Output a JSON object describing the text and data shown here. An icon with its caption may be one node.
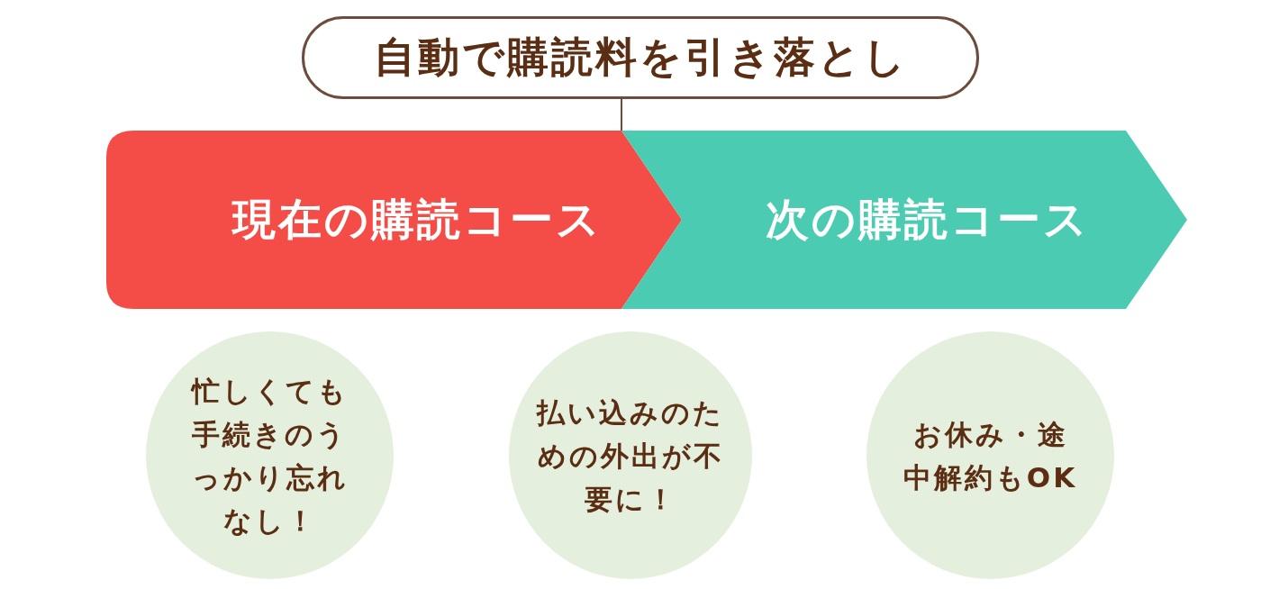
{
  "diagram": {
    "nodes": [
      {
        "text": [
          "自動で購読料を引き落とし"
        ]
      },
      {
        "text": [
          "現在の購読コース"
        ]
      },
      {
        "text": [
          "次の購読コース"
        ]
      },
      {
        "text": [
          "忙しくても手続きのうっかり忘れなし！"
        ]
      },
      {
        "text": [
          "払い込みのための外出が不要に！"
        ]
      },
      {
        "text": [
          "お休み・途中解約もOK"
        ]
      }
    ],
    "edges": [
      {
        "from": 0,
        "to": 2,
        "arrow": "none"
      }
    ]
  }
}
